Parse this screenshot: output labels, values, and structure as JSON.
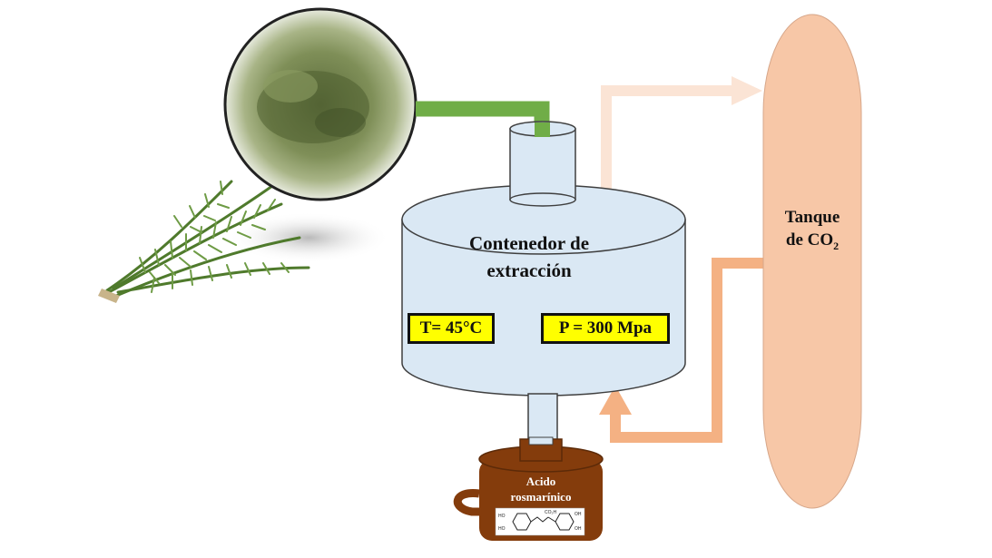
{
  "container": {
    "title_line1": "Contenedor de",
    "title_line2": "extracción",
    "temperature": "T= 45°C",
    "pressure": "P = 300 Mpa"
  },
  "tank": {
    "label_line1": "Tanque",
    "label_line2_prefix": "de CO",
    "label_line2_subscript": "2"
  },
  "collector": {
    "label_line1": "Acido",
    "label_line2": "rosmarínico"
  },
  "colors": {
    "container_fill": "#dae8f4",
    "tank_fill": "#f7c7a7",
    "feed_pipe": "#70ad47",
    "co2_outflow_arrow": "#fbe4d5",
    "co2_return_arrow": "#f4b183",
    "mug_fill": "#843c0c",
    "badge_fill": "#ffff00"
  }
}
